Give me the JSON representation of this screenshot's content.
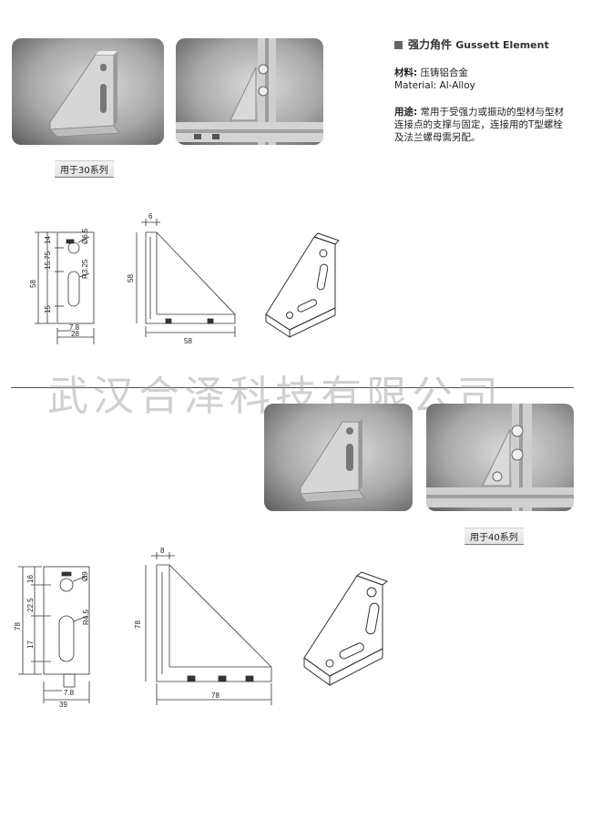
{
  "header": {
    "title_cn": "强力角件",
    "title_en": "Gussett Element",
    "material_label": "材料:",
    "material_value_cn": "压铸铝合金",
    "material_en": "Material: Al-Alloy",
    "usage_label": "用途:",
    "usage_text": "常用于受强力或振动的型材与型材连接点的支撑与固定，连接用的T型螺栓及法兰螺母需另配。"
  },
  "captions": {
    "series30": "用于30系列",
    "series40": "用于40系列"
  },
  "watermark": "武汉合泽科技有限公司",
  "dims30": {
    "d_hole": "Ø6.5",
    "r_slot": "R3.25",
    "v14": "14",
    "v15_75": "15.75",
    "v15": "15",
    "v58": "58",
    "h7_8": "7.8",
    "h28": "28",
    "t6": "6",
    "side58": "58",
    "bottom58": "58"
  },
  "dims40": {
    "d_hole": "Ø9",
    "r_slot": "R4.5",
    "v16": "16",
    "v22_5": "22.5",
    "v17": "17",
    "v78": "78",
    "h7_8": "7.8",
    "h39": "39",
    "t8": "8",
    "side78": "78",
    "bottom78": "78"
  }
}
